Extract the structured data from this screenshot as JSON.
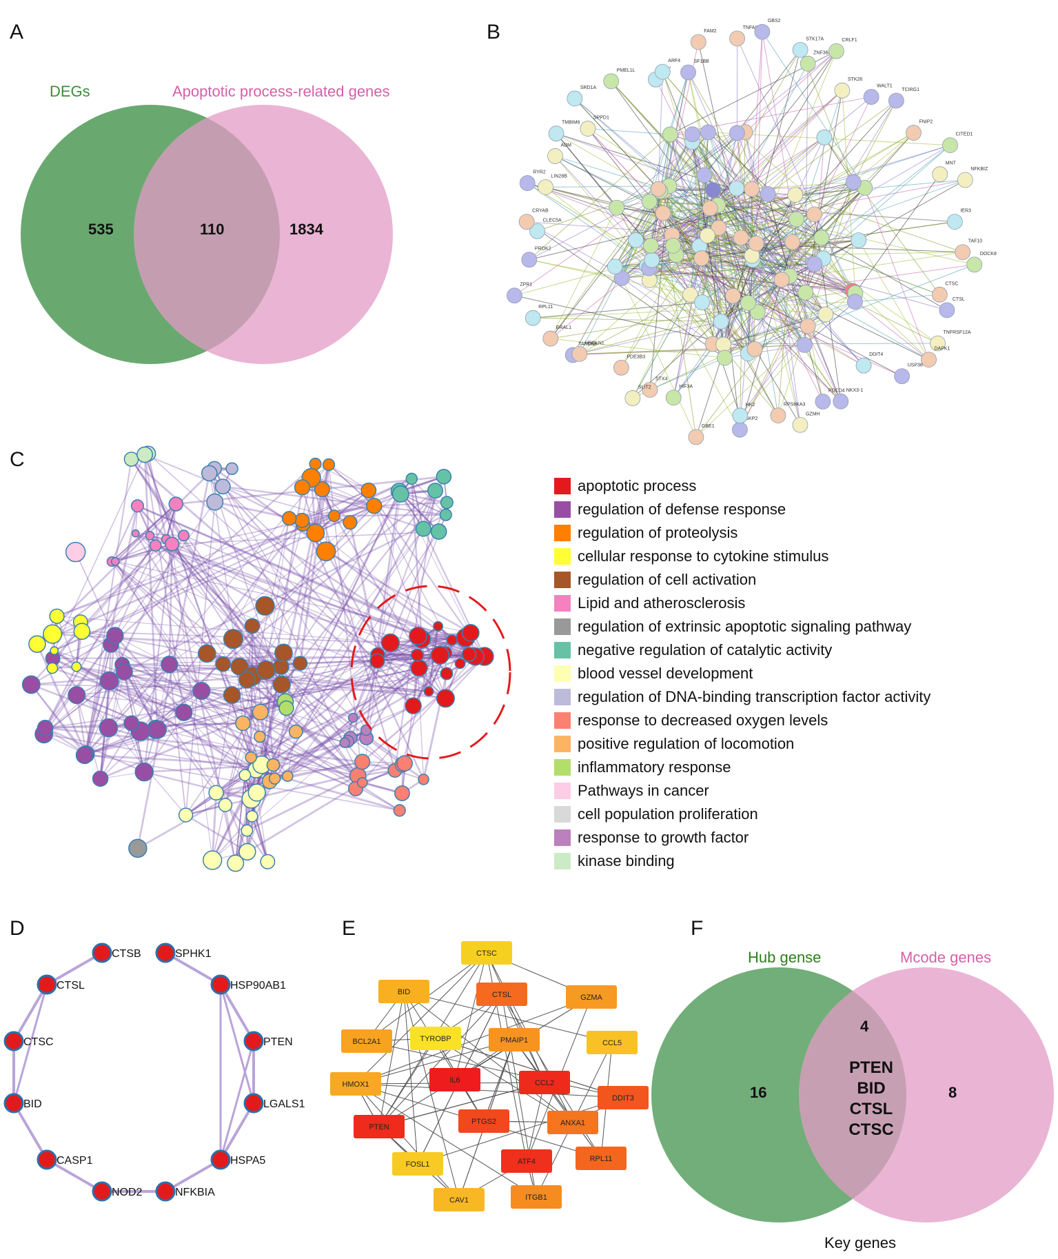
{
  "panels": {
    "A": {
      "letter": "A",
      "left_title": "DEGs",
      "right_title": "Apoptotic process-related genes",
      "left_only": "535",
      "overlap": "110",
      "right_only": "1834",
      "colors": {
        "left": "#4f9a57",
        "right": "#e39bc6",
        "left_text": "#3d8b3d",
        "right_text": "#d460a8"
      }
    },
    "B": {
      "letter": "B",
      "node_labels": [
        "TNFAIP8",
        "GBS2",
        "STK17A",
        "ZNF384",
        "CRLF1",
        "STK26",
        "WALT1",
        "TCIRG1",
        "FNIP2",
        "CITED1",
        "MNT",
        "NFKBIZ",
        "IER3",
        "TAF10",
        "DOCK8",
        "CTSC",
        "CTSL",
        "TNFRSF12A",
        "DAPK1",
        "USP36",
        "DDIT4",
        "NKX3-1",
        "PDCD4",
        "GZMH",
        "RPS6KA3",
        "SKP2",
        "HK2",
        "GBE1",
        "HIF3A",
        "STX4",
        "SLIT2",
        "PDE3B3",
        "TARDBP",
        "UBQLN1",
        "ERAL1",
        "RPL11",
        "ZPR1",
        "PROK2",
        "CLEC5A",
        "CRYAB",
        "RYR2",
        "LIN28B",
        "ADM",
        "TMBIM6",
        "SPPD1",
        "SRD1A",
        "PMEL1L",
        "JMY",
        "ARF4",
        "SF1BB",
        "FAM2"
      ],
      "colors": {
        "green": "#c8e6a8",
        "cyan": "#bfe8f0",
        "purple": "#b8b8ea",
        "peach": "#f3cbb0",
        "yellow": "#f4efc0",
        "edge_green": "#8a9a2a",
        "edge_purple": "#8a6fc4"
      }
    },
    "C": {
      "letter": "C",
      "legend": [
        {
          "label": "apoptotic process",
          "color": "#e31a1c"
        },
        {
          "label": "regulation of defense response",
          "color": "#984ea3"
        },
        {
          "label": "regulation of proteolysis",
          "color": "#ff7f00"
        },
        {
          "label": "cellular response to cytokine stimulus",
          "color": "#ffff33"
        },
        {
          "label": "regulation of cell activation",
          "color": "#a65628"
        },
        {
          "label": "Lipid and atherosclerosis",
          "color": "#f781bf"
        },
        {
          "label": "regulation of extrinsic apoptotic signaling pathway",
          "color": "#999999"
        },
        {
          "label": "negative regulation of catalytic activity",
          "color": "#66c2a5"
        },
        {
          "label": "blood vessel development",
          "color": "#ffffb3"
        },
        {
          "label": "regulation of DNA-binding transcription factor activity",
          "color": "#bebada"
        },
        {
          "label": "response to decreased oxygen levels",
          "color": "#fb8072"
        },
        {
          "label": "positive regulation of locomotion",
          "color": "#fdb462"
        },
        {
          "label": "inflammatory response",
          "color": "#b3de69"
        },
        {
          "label": "Pathways in cancer",
          "color": "#fccde5"
        },
        {
          "label": "cell population proliferation",
          "color": "#d9d9d9"
        },
        {
          "label": "response to growth factor",
          "color": "#bc80bd"
        },
        {
          "label": "kinase binding",
          "color": "#ccebc5"
        }
      ],
      "edge_color": "#7b52ad"
    },
    "D": {
      "letter": "D",
      "nodes": [
        "CTSB",
        "SPHK1",
        "HSP90AB1",
        "PTEN",
        "LGALS1",
        "HSPA5",
        "NFKBIA",
        "NOD2",
        "CASP1",
        "BID",
        "CTSC",
        "CTSL"
      ],
      "node_color": "#e31a1c",
      "edge_color": "#b9a4d9"
    },
    "E": {
      "letter": "E",
      "nodes": [
        {
          "label": "CTSC",
          "color": "#f6d020"
        },
        {
          "label": "BID",
          "color": "#f8b020"
        },
        {
          "label": "CTSL",
          "color": "#f56a1e"
        },
        {
          "label": "GZMA",
          "color": "#f79a22"
        },
        {
          "label": "BCL2A1",
          "color": "#f8a222"
        },
        {
          "label": "TYROBP",
          "color": "#f9e226"
        },
        {
          "label": "PMAIP1",
          "color": "#f79420"
        },
        {
          "label": "CCL5",
          "color": "#f8c224"
        },
        {
          "label": "HMOX1",
          "color": "#f8a822"
        },
        {
          "label": "IL6",
          "color": "#ee1c1c"
        },
        {
          "label": "CCL2",
          "color": "#ef2a1c"
        },
        {
          "label": "DDIT3",
          "color": "#f2561e"
        },
        {
          "label": "PTEN",
          "color": "#ef2b1c"
        },
        {
          "label": "PTGS2",
          "color": "#f2481e"
        },
        {
          "label": "ANXA1",
          "color": "#f5741e"
        },
        {
          "label": "FOSL1",
          "color": "#f8ca24"
        },
        {
          "label": "ATF4",
          "color": "#ef301c"
        },
        {
          "label": "RPL11",
          "color": "#f4661e"
        },
        {
          "label": "CAV1",
          "color": "#f8b824"
        },
        {
          "label": "ITGB1",
          "color": "#f68c20"
        }
      ]
    },
    "F": {
      "letter": "F",
      "left_title": "Hub gense",
      "right_title": "Mcode genes",
      "left_only": "16",
      "overlap_count": "4",
      "overlap_genes": [
        "PTEN",
        "BID",
        "CTSL",
        "CTSC"
      ],
      "right_only": "8",
      "footer": "Key genes",
      "colors": {
        "left": "#4f9a57",
        "right": "#e39bc6",
        "left_text": "#2e7d1e",
        "right_text": "#d460a8"
      }
    }
  }
}
